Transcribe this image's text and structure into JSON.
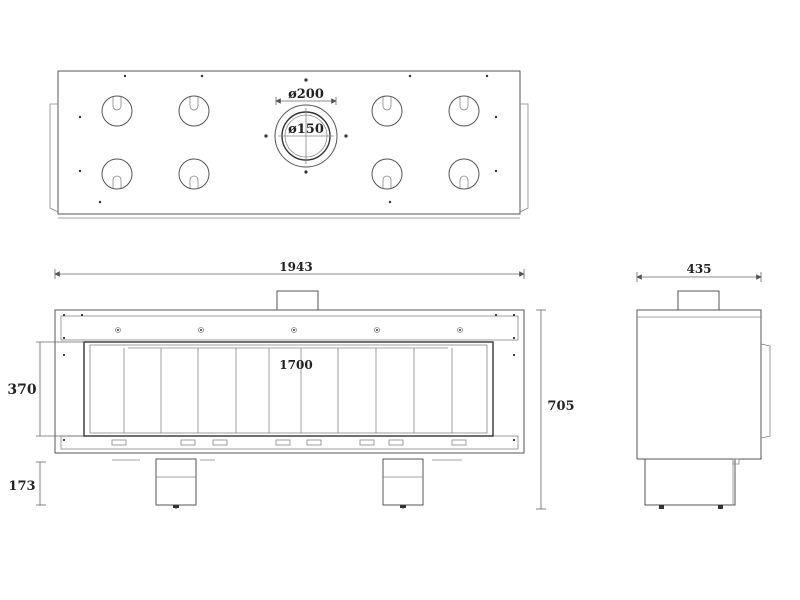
{
  "diagram": {
    "colors": {
      "line": "#555555",
      "text": "#222222",
      "background": "#ffffff"
    },
    "top_view": {
      "outlet_outer_label": "ø200",
      "outlet_inner_label": "ø150"
    },
    "front_view": {
      "width_label": "1943",
      "opening_width_label": "1700",
      "opening_height_label": "370",
      "leg_height_label": "173",
      "total_height_label": "705"
    },
    "side_view": {
      "depth_label": "435"
    }
  }
}
